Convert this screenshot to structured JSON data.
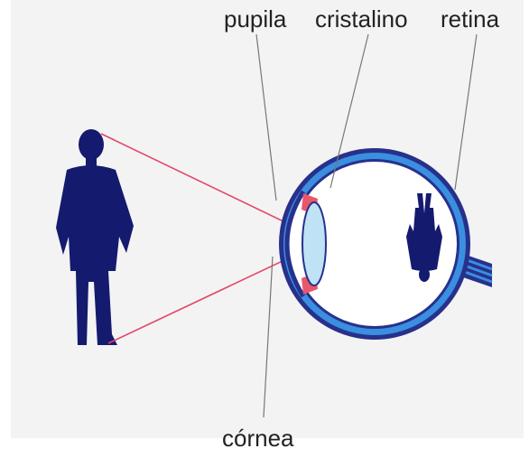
{
  "labels": {
    "pupila": "pupila",
    "cristalino": "cristalino",
    "retina": "retina",
    "cornea": "córnea"
  },
  "colors": {
    "panel_background": "#f3f3f3",
    "figure": "#141a6e",
    "light_ray": "#e2476a",
    "eye_outer": "#27318c",
    "eye_blue_layer": "#3a8fe0",
    "eye_inner": "#ffffff",
    "iris": "#e8576a",
    "lens": "#bfe3f5",
    "leader_line": "#777777",
    "label_text": "#222222"
  }
}
